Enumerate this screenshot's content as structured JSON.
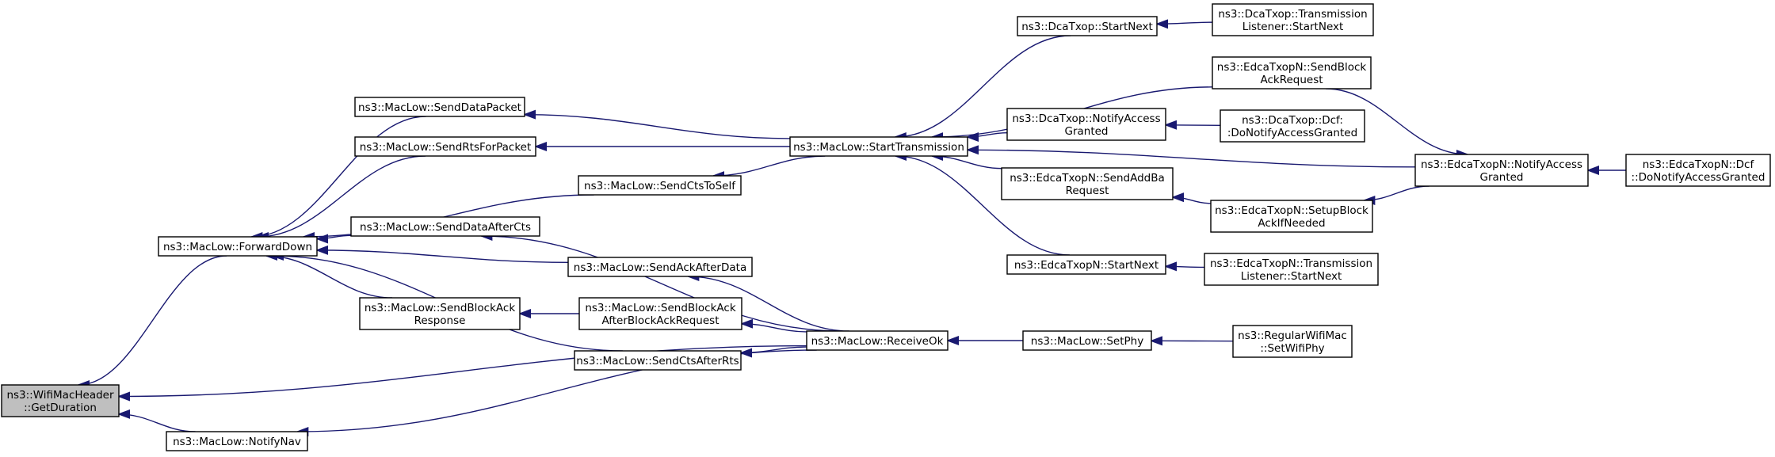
{
  "diagram": {
    "title": "",
    "colors": {
      "edge": "#191970",
      "node_border": "#000000",
      "node_fill": "#ffffff",
      "root_fill": "#bfbfbf"
    },
    "nodes": [
      {
        "id": "getduration",
        "lines": [
          "ns3::WifiMacHeader",
          "::GetDuration"
        ],
        "root": true
      },
      {
        "id": "forwarddown",
        "lines": [
          "ns3::MacLow::ForwardDown"
        ]
      },
      {
        "id": "notifynav",
        "lines": [
          "ns3::MacLow::NotifyNav"
        ]
      },
      {
        "id": "senddatapacket",
        "lines": [
          "ns3::MacLow::SendDataPacket"
        ]
      },
      {
        "id": "sendrtsforpacket",
        "lines": [
          "ns3::MacLow::SendRtsForPacket"
        ]
      },
      {
        "id": "senddataafterctss",
        "lines": [
          "ns3::MacLow::SendDataAfterCts"
        ]
      },
      {
        "id": "sendblockackresponse",
        "lines": [
          "ns3::MacLow::SendBlockAck",
          "Response"
        ]
      },
      {
        "id": "sendctstoself",
        "lines": [
          "ns3::MacLow::SendCtsToSelf"
        ]
      },
      {
        "id": "sendackafterdata",
        "lines": [
          "ns3::MacLow::SendAckAfterData"
        ]
      },
      {
        "id": "sendblockackafterbar",
        "lines": [
          "ns3::MacLow::SendBlockAck",
          "AfterBlockAckRequest"
        ]
      },
      {
        "id": "sendctsafterrts",
        "lines": [
          "ns3::MacLow::SendCtsAfterRts"
        ]
      },
      {
        "id": "starttransmission",
        "lines": [
          "ns3::MacLow::StartTransmission"
        ]
      },
      {
        "id": "receiveok",
        "lines": [
          "ns3::MacLow::ReceiveOk"
        ]
      },
      {
        "id": "dcastartnext",
        "lines": [
          "ns3::DcaTxop::StartNext"
        ]
      },
      {
        "id": "dcanotifyaccess",
        "lines": [
          "ns3::DcaTxop::NotifyAccess",
          "Granted"
        ]
      },
      {
        "id": "edcasendaddba",
        "lines": [
          "ns3::EdcaTxopN::SendAddBa",
          "Request"
        ]
      },
      {
        "id": "edcastartnext",
        "lines": [
          "ns3::EdcaTxopN::StartNext"
        ]
      },
      {
        "id": "setphy",
        "lines": [
          "ns3::MacLow::SetPhy"
        ]
      },
      {
        "id": "dcatlstartnext",
        "lines": [
          "ns3::DcaTxop::Transmission",
          "Listener::StartNext"
        ]
      },
      {
        "id": "edcasendblockackreq",
        "lines": [
          "ns3::EdcaTxopN::SendBlock",
          "AckRequest"
        ]
      },
      {
        "id": "dcadcfnotify",
        "lines": [
          "ns3::DcaTxop::Dcf:",
          ":DoNotifyAccessGranted"
        ]
      },
      {
        "id": "edcasetupblockack",
        "lines": [
          "ns3::EdcaTxopN::SetupBlock",
          "AckIfNeeded"
        ]
      },
      {
        "id": "edcatlstartnext",
        "lines": [
          "ns3::EdcaTxopN::Transmission",
          "Listener::StartNext"
        ]
      },
      {
        "id": "regularsetwifiphy",
        "lines": [
          "ns3::RegularWifiMac",
          "::SetWifiPhy"
        ]
      },
      {
        "id": "edcanotifyaccess",
        "lines": [
          "ns3::EdcaTxopN::NotifyAccess",
          "Granted"
        ]
      },
      {
        "id": "edcadcfnotify",
        "lines": [
          "ns3::EdcaTxopN::Dcf",
          "::DoNotifyAccessGranted"
        ]
      }
    ],
    "edges": [
      {
        "from": "forwarddown",
        "to": "getduration"
      },
      {
        "from": "receiveok",
        "to": "getduration"
      },
      {
        "from": "notifynav",
        "to": "getduration"
      },
      {
        "from": "senddatapacket",
        "to": "forwarddown"
      },
      {
        "from": "sendrtsforpacket",
        "to": "forwarddown"
      },
      {
        "from": "sendctstoself",
        "to": "forwarddown"
      },
      {
        "from": "senddataafterctss",
        "to": "forwarddown"
      },
      {
        "from": "sendackafterdata",
        "to": "forwarddown"
      },
      {
        "from": "sendblockackresponse",
        "to": "forwarddown"
      },
      {
        "from": "sendctsafterrts",
        "to": "forwarddown"
      },
      {
        "from": "receiveok",
        "to": "notifynav"
      },
      {
        "from": "starttransmission",
        "to": "senddatapacket"
      },
      {
        "from": "starttransmission",
        "to": "sendrtsforpacket"
      },
      {
        "from": "starttransmission",
        "to": "sendctstoself"
      },
      {
        "from": "receiveok",
        "to": "senddataafterctss"
      },
      {
        "from": "receiveok",
        "to": "sendackafterdata"
      },
      {
        "from": "sendblockackafterbar",
        "to": "sendblockackresponse"
      },
      {
        "from": "receiveok",
        "to": "sendblockackafterbar"
      },
      {
        "from": "receiveok",
        "to": "sendctsafterrts"
      },
      {
        "from": "dcastartnext",
        "to": "starttransmission"
      },
      {
        "from": "edcasendblockackreq",
        "to": "starttransmission"
      },
      {
        "from": "dcanotifyaccess",
        "to": "starttransmission"
      },
      {
        "from": "edcanotifyaccess",
        "to": "starttransmission"
      },
      {
        "from": "edcasendaddba",
        "to": "starttransmission"
      },
      {
        "from": "edcastartnext",
        "to": "starttransmission"
      },
      {
        "from": "setphy",
        "to": "receiveok"
      },
      {
        "from": "dcatlstartnext",
        "to": "dcastartnext"
      },
      {
        "from": "dcadcfnotify",
        "to": "dcanotifyaccess"
      },
      {
        "from": "edcasetupblockack",
        "to": "edcasendaddba"
      },
      {
        "from": "edcatlstartnext",
        "to": "edcastartnext"
      },
      {
        "from": "regularsetwifiphy",
        "to": "setphy"
      },
      {
        "from": "edcasendblockackreq",
        "to": "edcanotifyaccess"
      },
      {
        "from": "edcanotifyaccess",
        "to": "edcasetupblockack"
      },
      {
        "from": "edcadcfnotify",
        "to": "edcanotifyaccess"
      }
    ]
  }
}
